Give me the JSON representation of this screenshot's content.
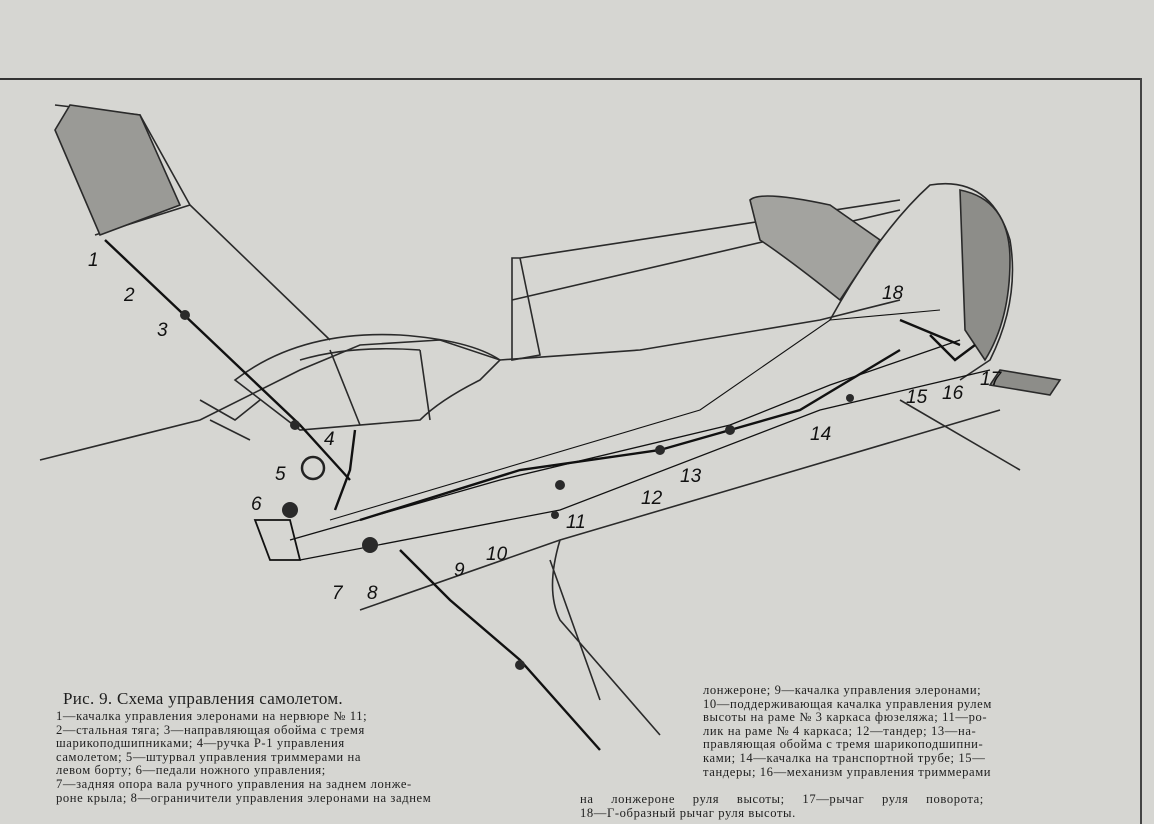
{
  "figure": {
    "title": "Рис. 9. Схема управления самолетом.",
    "labels": [
      "1",
      "2",
      "3",
      "4",
      "5",
      "6",
      "7",
      "8",
      "9",
      "10",
      "11",
      "12",
      "13",
      "14",
      "15",
      "16",
      "17",
      "18"
    ],
    "caption_left": [
      "1—качалка управления элеронами на нервюре № 11;",
      "2—стальная тяга; 3—направляющая обойма с тремя",
      "шарикоподшипниками; 4—ручка Р-1 управления",
      "самолетом; 5—штурвал управления триммерами на",
      "левом борту; 6—педали ножного управления;",
      "7—задняя опора вала ручного управления на заднем лонже-",
      "роне крыла; 8—ограничители управления элеронами на заднем"
    ],
    "caption_right": [
      "лонжероне; 9—качалка управления элеронами;",
      "10—поддерживающая качалка управления рулем",
      "высоты на раме № 3 каркаса фюзеляжа; 11—ро-",
      "лик на раме № 4 каркаса; 12—тандер; 13—на-",
      "правляющая обойма с тремя шарикоподшипни-",
      "ками; 14—качалка на транспортной трубе; 15—",
      "тандеры; 16—механизм управления триммерами"
    ],
    "caption_bottom": [
      "на лонжероне руля высоты; 17—рычаг руля поворота;",
      "18—Г-образный рычаг руля высоты."
    ]
  }
}
